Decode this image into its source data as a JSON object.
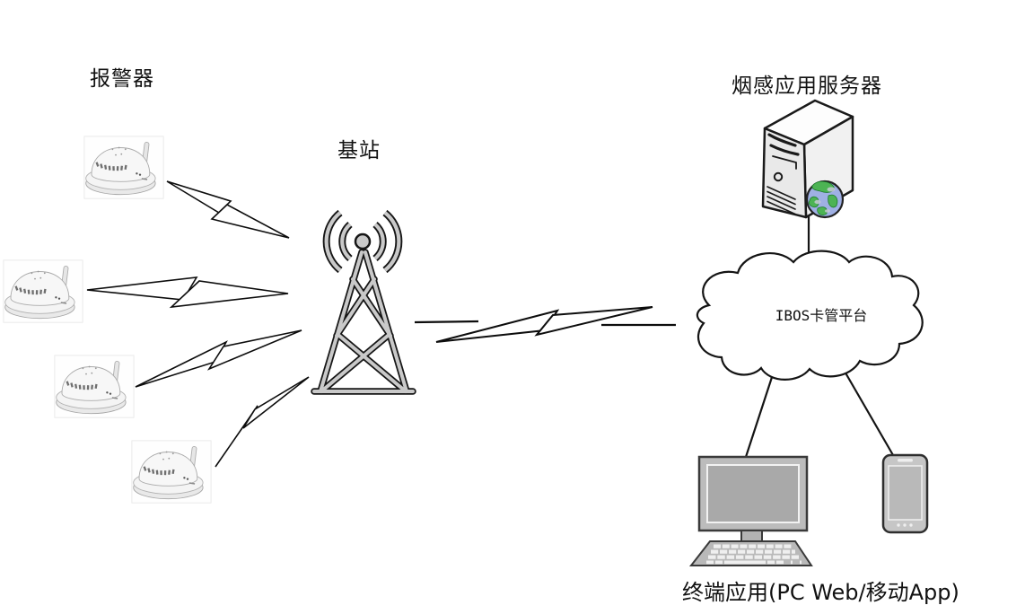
{
  "diagram": {
    "type": "network-architecture",
    "labels": {
      "alarm_devices": "报警器",
      "base_station": "基站",
      "app_server": "烟感应用服务器",
      "cloud_platform": "IBOS卡管平台",
      "terminal_apps": "终端应用(PC Web/移动App)"
    },
    "nodes": [
      {
        "id": "alarm-devices",
        "label": "报警器",
        "icon": "smoke-detector-icon",
        "count": 4
      },
      {
        "id": "base-station",
        "label": "基站",
        "icon": "cell-tower-icon"
      },
      {
        "id": "app-server",
        "label": "烟感应用服务器",
        "icon": "server-tower-icon"
      },
      {
        "id": "cloud-platform",
        "label": "IBOS卡管平台",
        "icon": "cloud-icon"
      },
      {
        "id": "terminal-pc",
        "label": "PC Web",
        "icon": "desktop-computer-icon"
      },
      {
        "id": "terminal-mobile",
        "label": "移动App",
        "icon": "smartphone-icon"
      }
    ],
    "connections": [
      {
        "from": "alarm-devices",
        "to": "base-station",
        "style": "lightning-bolt",
        "count": 4
      },
      {
        "from": "base-station",
        "to": "cloud-platform",
        "style": "line-lightning-line"
      },
      {
        "from": "app-server",
        "to": "cloud-platform",
        "style": "line"
      },
      {
        "from": "cloud-platform",
        "to": "terminal-pc",
        "style": "line"
      },
      {
        "from": "cloud-platform",
        "to": "terminal-mobile",
        "style": "line"
      }
    ],
    "colors": {
      "background": "#ffffff",
      "outline": "#1a1a1a",
      "tower_fill": "#c9c9c9",
      "device_fill": "#b9b9b9",
      "globe_ocean": "#9fb0e4",
      "globe_land": "#4db354",
      "cloud_fill": "#ffffff"
    }
  }
}
